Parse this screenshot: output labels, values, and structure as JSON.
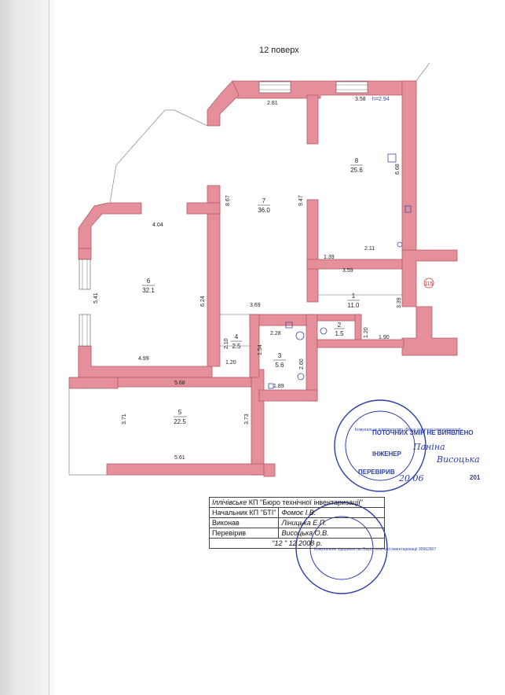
{
  "floor_title": "12  поверх",
  "rooms": [
    {
      "num": "1",
      "area": "11.0"
    },
    {
      "num": "2",
      "area": "1.5"
    },
    {
      "num": "3",
      "area": "5.6"
    },
    {
      "num": "4",
      "area": "2.5"
    },
    {
      "num": "5",
      "area": "22.5"
    },
    {
      "num": "6",
      "area": "32.1"
    },
    {
      "num": "7",
      "area": "36.0"
    },
    {
      "num": "8",
      "area": "25.6"
    }
  ],
  "dimensions": [
    "2.81",
    "3.58",
    "h=2.94",
    "8.67",
    "9.47",
    "6.68",
    "4.04",
    "5.41",
    "6.24",
    "4.99",
    "3.69",
    "1.39",
    "2.11",
    "3.59",
    "3.39",
    "2.28",
    "1.20",
    "1.90",
    "2.10",
    "1.54",
    "2.60",
    "1.20",
    "1.89",
    "5.68",
    "3.71",
    "3.73",
    "5.61"
  ],
  "marker": "115",
  "stamp": {
    "line1": "ПОТОЧНИХ ЗМІН НЕ ВИЯВЛЕНО",
    "line2": "ІНЖЕНЕР",
    "line3": "ПЕРЕВІРИВ",
    "hand1": "Паніна",
    "hand2": "Висоцька",
    "hand_date": "20  06",
    "year": "201",
    "round1_text": "Комунальне підприємство «Бюро технічної інвентаризації»",
    "round2_text": "Комунальне підприємство Бюро технічної інвентаризації 30962907"
  },
  "title_block": {
    "org_italic": "Іллічівське",
    "org_rest": " КП \"Бюро технічної інвентаризації\"",
    "row2_label": "Начальник КП \"БТІ\"",
    "row2_value": "Фомоє І.В.",
    "row3_label": "Виконав",
    "row3_value": "Ліницька Е.П.",
    "row4_label": "Перевірив",
    "row4_value": "Висоцька О.В.",
    "date": "\"12 \"   12  2008 р."
  },
  "colors": {
    "wall": "#e58f9a",
    "wall_stroke": "#b45a66",
    "stamp": "#2c3fa8"
  }
}
